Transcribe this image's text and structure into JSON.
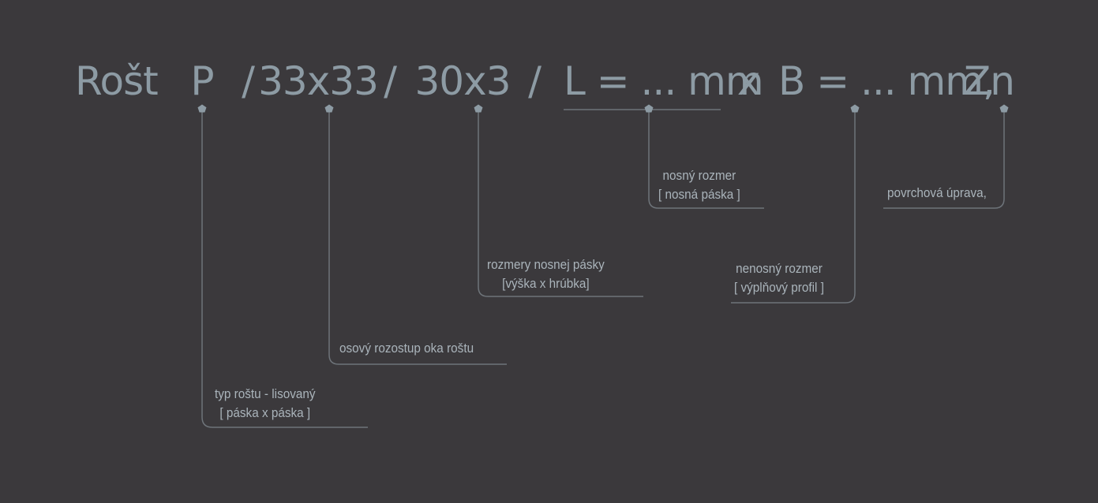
{
  "formula": {
    "rost": "Rošt",
    "type": "P",
    "slash1": "/",
    "spacing": "33x33",
    "slash2": "/",
    "bar": "30x3",
    "slash3": "/",
    "length": "L = ... mm",
    "times": "x",
    "width": "B = ... mm,",
    "finish": "Zn"
  },
  "labels": {
    "type": {
      "line1": "typ roštu - lisovaný",
      "line2": "[ páska x páska ]"
    },
    "spacing": {
      "line1": "osový rozostup oka roštu"
    },
    "bar": {
      "line1": "rozmery nosnej pásky",
      "line2": "[výška x hrúbka]"
    },
    "length": {
      "line1": "nosný rozmer",
      "line2": "[ nosná páska ]"
    },
    "width": {
      "line1": "nenosný rozmer",
      "line2": "[ výplňový profil ]"
    },
    "finish": {
      "line1": "povrchová úprava,"
    }
  },
  "colors": {
    "background": "#3b393c",
    "formula_text": "#8d9ba4",
    "label_text": "#aab4bb",
    "leader_line": "#6e747a",
    "marker": "#8d9ba4"
  }
}
